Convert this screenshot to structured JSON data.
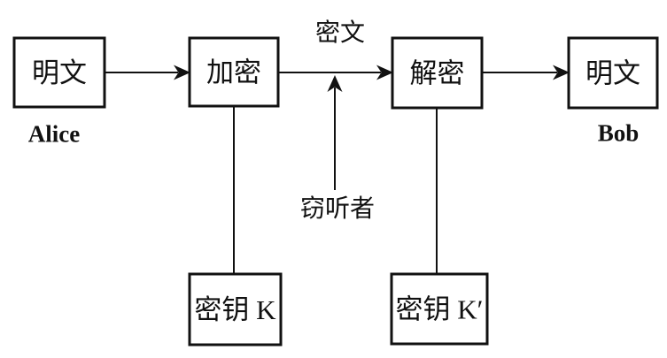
{
  "diagram": {
    "description_colors": {
      "stroke": "#111111",
      "background": "#ffffff"
    },
    "nodes": {
      "plaintext_left": "明文",
      "encrypt": "加密",
      "decrypt": "解密",
      "plaintext_right": "明文",
      "key_k": "密钥 K",
      "key_k_prime": "密钥 K′"
    },
    "labels": {
      "sender": "Alice",
      "receiver": "Bob",
      "ciphertext": "密文",
      "eavesdropper": "窃听者"
    }
  }
}
